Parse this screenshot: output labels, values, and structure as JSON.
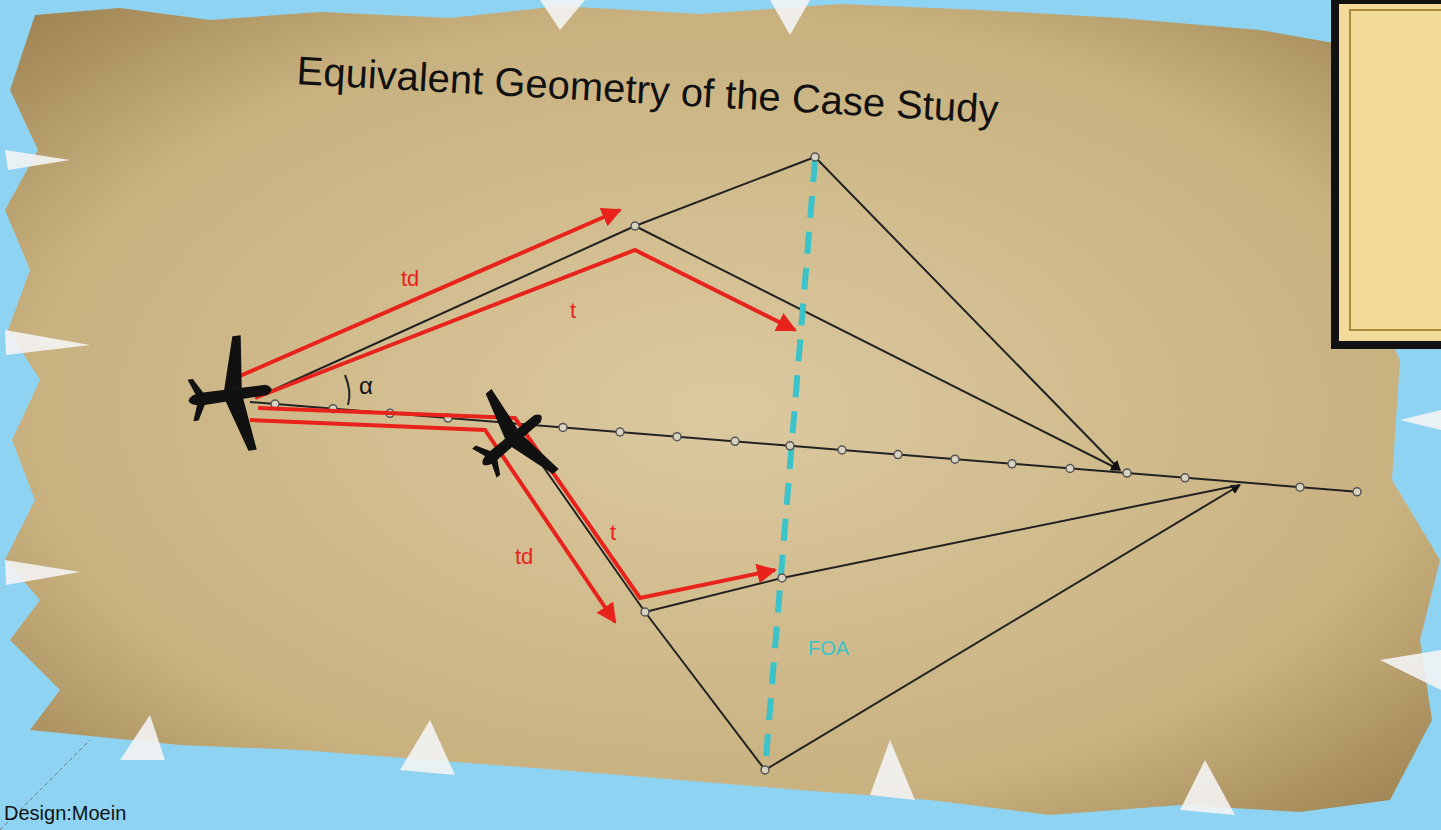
{
  "diagram": {
    "title": "Equivalent Geometry of the Case Study",
    "labels": [
      "td",
      "t",
      "α",
      "t",
      "td",
      "FOA",
      "Design:Moein"
    ]
  }
}
